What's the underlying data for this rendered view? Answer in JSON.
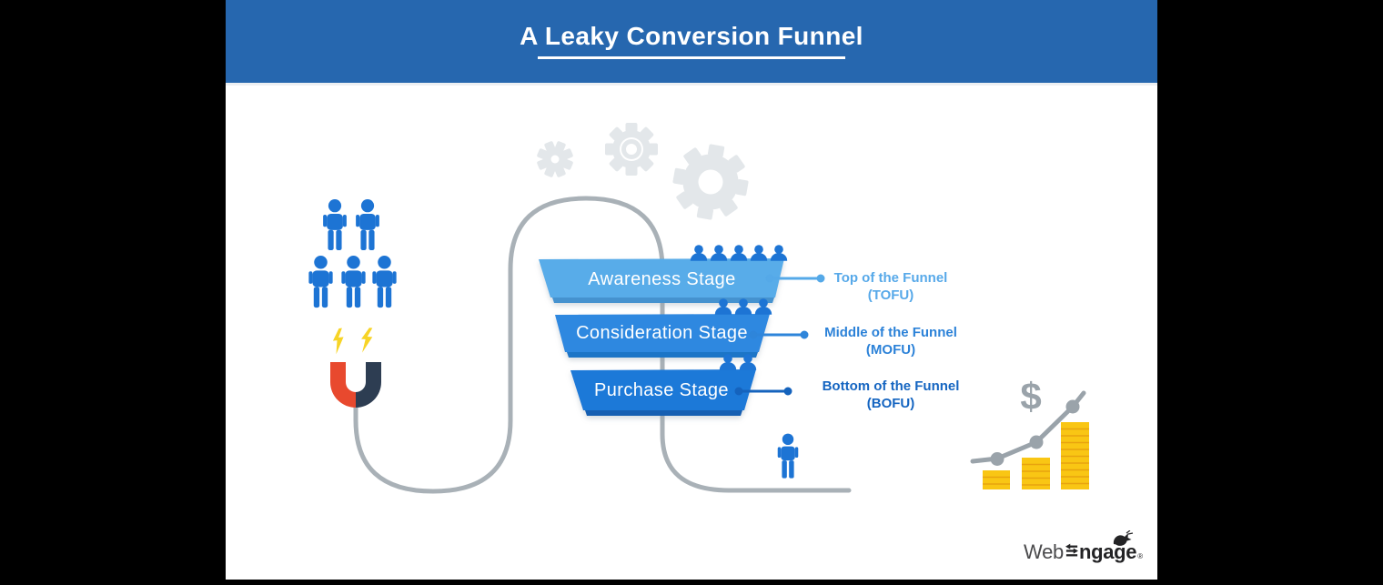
{
  "header": {
    "title": "A Leaky Conversion Funnel"
  },
  "funnel": {
    "stages": [
      {
        "label": "Awareness Stage",
        "annotation_line1": "Top of the Funnel",
        "annotation_line2": "(TOFU)",
        "color": "#58ace9",
        "visitor_icon_count": 5
      },
      {
        "label": "Consideration Stage",
        "annotation_line1": "Middle of the Funnel",
        "annotation_line2": "(MOFU)",
        "color": "#2e88e0",
        "visitor_icon_count": 3
      },
      {
        "label": "Purchase Stage",
        "annotation_line1": "Bottom of the Funnel",
        "annotation_line2": "(BOFU)",
        "color": "#1e79d8",
        "visitor_icon_count": 2
      }
    ]
  },
  "audience": {
    "person_icon_count": 5
  },
  "converted_customer": {
    "person_icon_count": 1
  },
  "decor": {
    "dollar_sign": "$",
    "icons": [
      "gear-icon",
      "magnet-icon",
      "lightning-icon",
      "people-icon",
      "pipe-line",
      "coin-stack-icon",
      "growth-trend-icon",
      "dollar-icon"
    ]
  },
  "logo": {
    "web": "Web",
    "engage_rest": "ngage",
    "registered": "®"
  },
  "colors": {
    "header_bg": "#2667af",
    "stage1": "#58ace9",
    "stage2": "#2e88e0",
    "stage3": "#1e79d8",
    "tofu_text": "#57a9e9",
    "mofu_text": "#2c82d8",
    "bofu_text": "#1565c1",
    "pipe_gray": "#a9b1b7",
    "gear_gray": "#e3e7ea",
    "magnet_red": "#e8492e",
    "magnet_navy": "#2d3d52",
    "bolt_yellow": "#f7d426",
    "coin_yellow": "#f9c614",
    "people_blue": "#1d74d4",
    "trend_gray": "#9aa3aa"
  }
}
